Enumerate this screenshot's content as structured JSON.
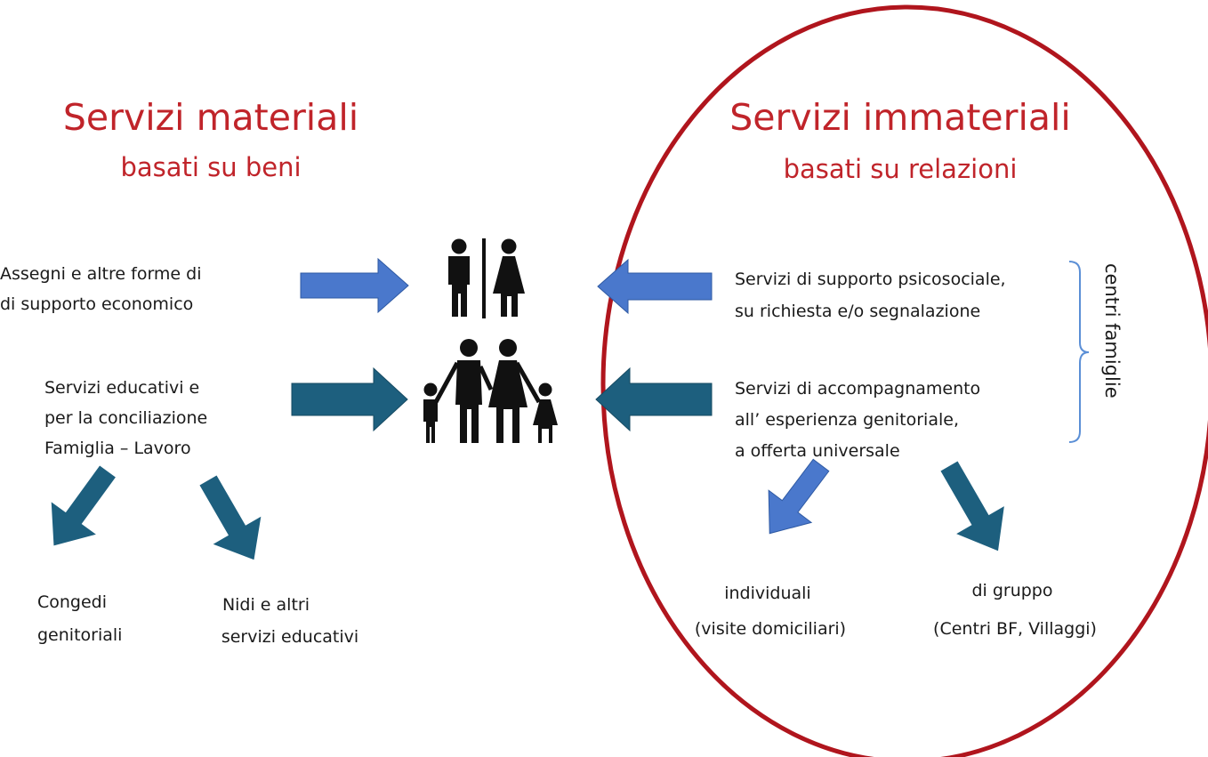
{
  "left": {
    "title": "Servizi materiali",
    "subtitle": "basati su beni",
    "item1": {
      "lines": [
        "Assegni e altre forme di",
        "di supporto economico"
      ]
    },
    "item2": {
      "lines": [
        "Servizi educativi e",
        "per la  conciliazione",
        "Famiglia – Lavoro"
      ]
    },
    "outcome1": {
      "lines": [
        "Congedi",
        "genitoriali"
      ]
    },
    "outcome2": {
      "lines": [
        "Nidi e altri",
        "servizi educativi"
      ]
    }
  },
  "right": {
    "title": "Servizi immateriali",
    "subtitle": "basati su relazioni",
    "item1": {
      "lines": [
        "Servizi di supporto psicosociale,",
        "su richiesta e/o segnalazione"
      ]
    },
    "item2": {
      "lines": [
        "Servizi di accompagnamento",
        "all’ esperienza genitoriale,",
        "a offerta universale"
      ]
    },
    "bracket_label": "centri famiglie",
    "outcome1": {
      "lines": [
        "individuali",
        "(visite domiciliari)"
      ]
    },
    "outcome2": {
      "lines": [
        "di gruppo",
        "(Centri BF, Villaggi)"
      ]
    }
  },
  "icons": {
    "couple": "man-woman-restroom-icon",
    "family": "family-with-children-icon"
  },
  "colors": {
    "title_red": "#c0242a",
    "circle_red": "#b0151d",
    "arrow_light_blue": "#4a78cc",
    "arrow_dark_teal": "#1d5f7e",
    "bracket_blue": "#5b8fd6",
    "text": "#1a1a1a",
    "icon": "#111111"
  }
}
